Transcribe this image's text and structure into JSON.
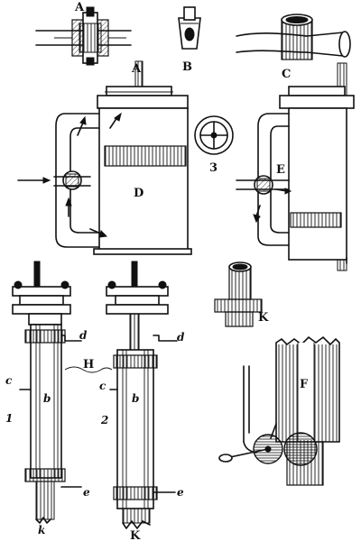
{
  "figure": {
    "labels": {
      "A_top": "A",
      "A": "A",
      "B": "B",
      "C": "C",
      "D": "D",
      "three": "3",
      "E": "E",
      "H": "H",
      "K_right": "K",
      "F": "F",
      "one": "1",
      "two": "2",
      "b1": "b",
      "b2": "b",
      "c1": "c",
      "c2": "c",
      "d1": "d",
      "d2": "d",
      "e1": "e",
      "e2": "e",
      "K_bottom": "K",
      "k_left": "k"
    }
  }
}
